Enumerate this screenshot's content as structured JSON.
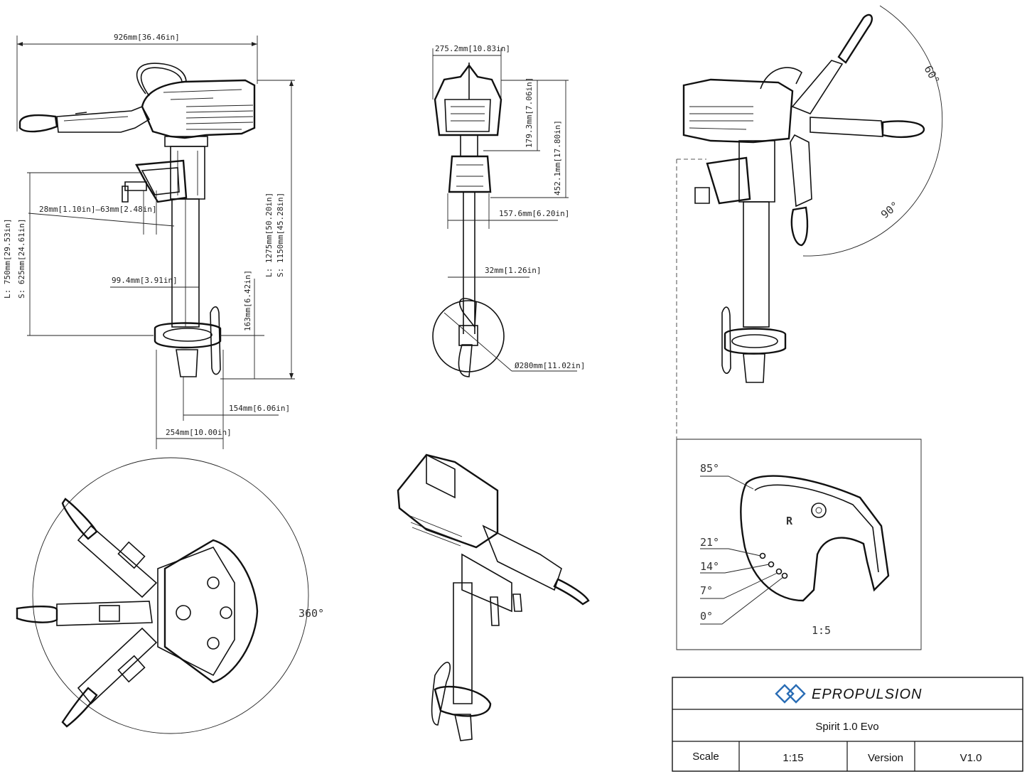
{
  "side_view": {
    "overall_length": "926mm[36.46in]",
    "clamp_range": "28mm[1.10in]—63mm[2.48in]",
    "shaft_depth": "L: 750mm[29.53in]\nS: 625mm[24.61in]",
    "total_height": "L: 1275mm[50.20in]\nS: 1150mm[45.28in]",
    "shaft_diameter_offset": "99.4mm[3.91in]",
    "pod_height": "163mm[6.42in]",
    "pod_offset": "154mm[6.06in]",
    "pod_length": "254mm[10.00in]"
  },
  "front_view": {
    "width": "275.2mm[10.83in]",
    "head_height": "179.3mm[7.06in]",
    "upper_height": "452.1mm[17.80in]",
    "clamp_width": "157.6mm[6.20in]",
    "shaft_width": "32mm[1.26in]",
    "propeller_diameter": "Ø280mm[11.02in]"
  },
  "tilt_view": {
    "angle_60": "60°",
    "angle_90": "90°"
  },
  "top_view": {
    "rotation": "360°"
  },
  "trim_detail": {
    "angle_85": "85°",
    "angle_21": "21°",
    "angle_14": "14°",
    "angle_7": "7°",
    "angle_0": "0°",
    "scale": "1:5",
    "reverse_mark": "R"
  },
  "title_block": {
    "brand": "EPROPULSION",
    "model": "Spirit 1.0 Evo",
    "scale_label": "Scale",
    "scale_value": "1:15",
    "version_label": "Version",
    "version_value": "V1.0"
  }
}
